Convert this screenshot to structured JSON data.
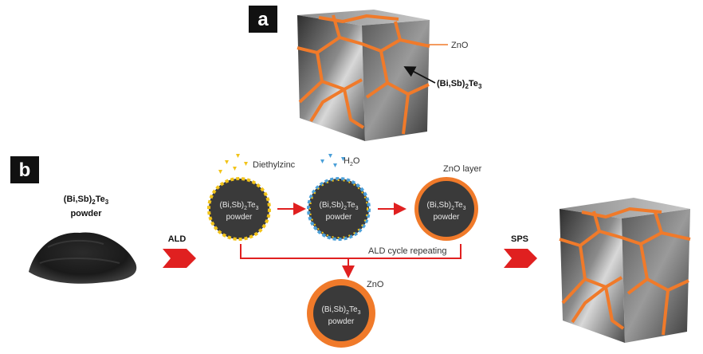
{
  "panel_a": {
    "letter": "a",
    "zno_label": "ZnO",
    "bisbte_label": {
      "main": "(Bi,Sb)",
      "sub1": "2",
      "mid": "Te",
      "sub2": "3"
    }
  },
  "panel_b": {
    "letter": "b",
    "powder_title": {
      "main": "(Bi,Sb)",
      "sub1": "2",
      "mid": "Te",
      "sub2": "3",
      "line2": "powder"
    },
    "ald_label": "ALD",
    "sps_label": "SPS",
    "diethylzinc_label": "Diethylzinc",
    "h2o_label": {
      "main": "H",
      "sub": "2",
      "end": "O"
    },
    "zno_layer_label": "ZnO layer",
    "cycle_label": "ALD cycle repeating",
    "zno_label": "ZnO",
    "particle_text": {
      "main": "(Bi,Sb)",
      "sub1": "2",
      "mid": "Te",
      "sub2": "3",
      "line2": "powder"
    }
  },
  "colors": {
    "panel_box": "#111111",
    "zno_orange": "#f07a2a",
    "arrow_red": "#e02020",
    "particle_dark": "#3a3a3a",
    "diethylzinc_yellow": "#f2c318",
    "water_blue": "#4a9fd8"
  }
}
